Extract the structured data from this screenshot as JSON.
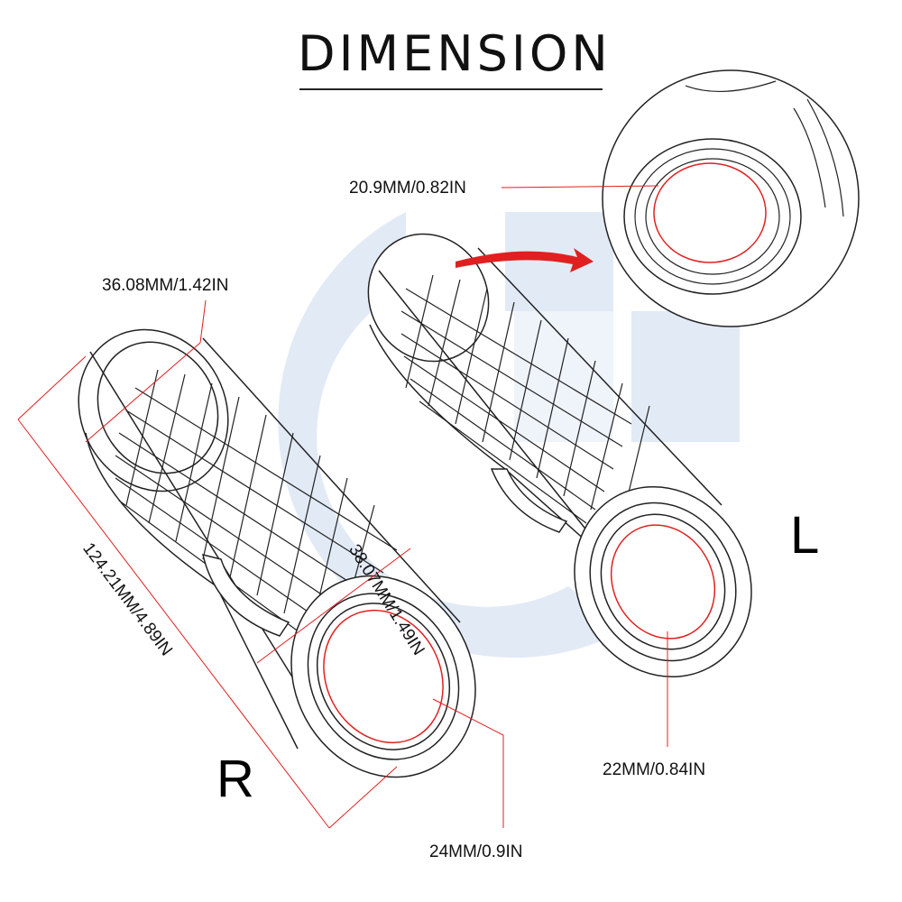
{
  "title": "DIMENSION",
  "labels": {
    "inner_detail": "20.9MM/0.82IN",
    "end_diameter_r": "36.08MM/1.42IN",
    "body_diameter": "38.07MM/1.49IN",
    "length": "124.21MM/4.89IN",
    "inner_r": "24MM/0.9IN",
    "inner_l": "22MM/0.84IN"
  },
  "sides": {
    "right": "R",
    "left": "L"
  },
  "colors": {
    "accent": "#e02020",
    "watermark": "#dfe8f5",
    "line": "#222222"
  }
}
